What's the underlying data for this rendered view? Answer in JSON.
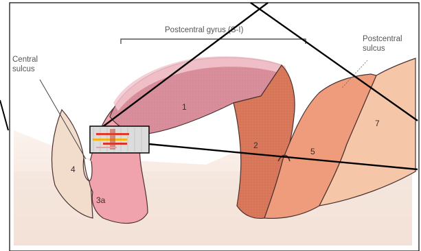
{
  "labels": {
    "gyrus_title": "Postcentral gyrus (S-I)",
    "central_sulcus": [
      "Central",
      "sulcus"
    ],
    "postcentral_sulcus": [
      "Postcentral",
      "sulcus"
    ],
    "areas": {
      "a1": "1",
      "a2": "2",
      "a3a": "3a",
      "a4": "4",
      "a5": "5",
      "a7": "7"
    }
  },
  "colors": {
    "area_1": "#d98f9c",
    "area_2": "#d97a58",
    "area_3a": "#f0a6ae",
    "area_4": "#f4e2d4",
    "area_5": "#ef9c7a",
    "area_7": "#f6c7ab",
    "tissue_bg": "#f5e7df",
    "callout_line": "#000000"
  }
}
